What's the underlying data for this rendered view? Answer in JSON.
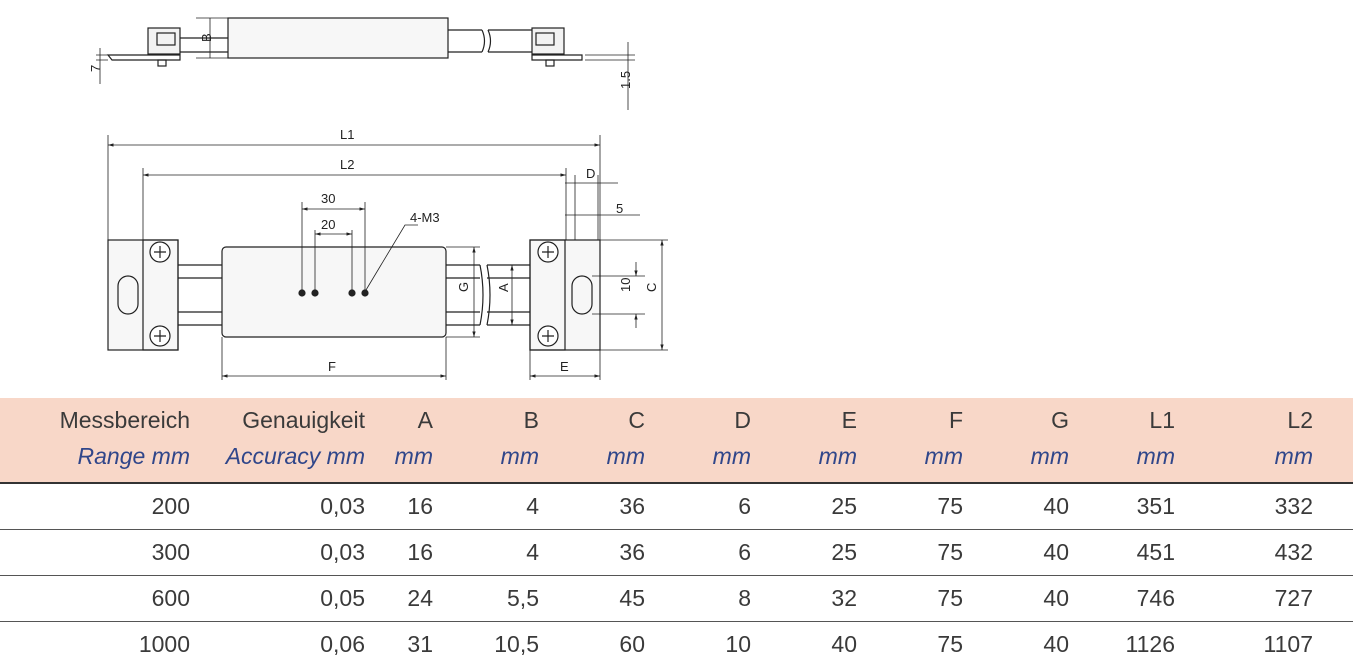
{
  "drawing": {
    "labels": {
      "b": "B",
      "seven": "7",
      "one_five": "1.5",
      "l1": "L1",
      "l2": "L2",
      "d": "D",
      "five": "5",
      "thirty": "30",
      "twenty": "20",
      "m3": "4-M3",
      "g": "G",
      "a": "A",
      "ten": "10",
      "c": "C",
      "f": "F",
      "e": "E"
    }
  },
  "table": {
    "headers": [
      {
        "de": "Messbereich",
        "en": "Range mm"
      },
      {
        "de": "Genauigkeit",
        "en": "Accuracy mm"
      },
      {
        "de": "A",
        "en": "mm"
      },
      {
        "de": "B",
        "en": "mm"
      },
      {
        "de": "C",
        "en": "mm"
      },
      {
        "de": "D",
        "en": "mm"
      },
      {
        "de": "E",
        "en": "mm"
      },
      {
        "de": "F",
        "en": "mm"
      },
      {
        "de": "G",
        "en": "mm"
      },
      {
        "de": "L1",
        "en": "mm"
      },
      {
        "de": "L2",
        "en": "mm"
      }
    ],
    "rows": [
      [
        "200",
        "0,03",
        "16",
        "4",
        "36",
        "6",
        "25",
        "75",
        "40",
        "351",
        "332"
      ],
      [
        "300",
        "0,03",
        "16",
        "4",
        "36",
        "6",
        "25",
        "75",
        "40",
        "451",
        "432"
      ],
      [
        "600",
        "0,05",
        "24",
        "5,5",
        "45",
        "8",
        "32",
        "75",
        "40",
        "746",
        "727"
      ],
      [
        "1000",
        "0,06",
        "31",
        "10,5",
        "60",
        "10",
        "40",
        "75",
        "40",
        "1126",
        "1107"
      ]
    ]
  }
}
